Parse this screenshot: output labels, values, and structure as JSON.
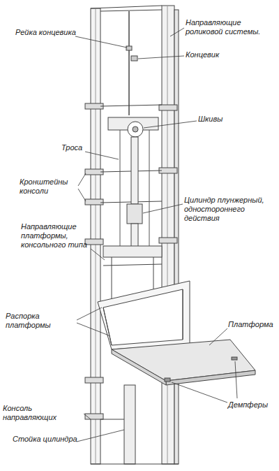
{
  "diagram": {
    "labels": [
      "Рейка концевика",
      "Направляющие роликовой системы.",
      "Концевик",
      "Шкивы",
      "Троса",
      "Кронштейны консоли",
      "Цилиндр плунжерный, одностороннего действия",
      "Направляющие платформы, консольного типа",
      "Распорка платформы",
      "Платформа",
      "Демпферы",
      "Консоль направляющих",
      "Стойка цилиндра"
    ]
  }
}
